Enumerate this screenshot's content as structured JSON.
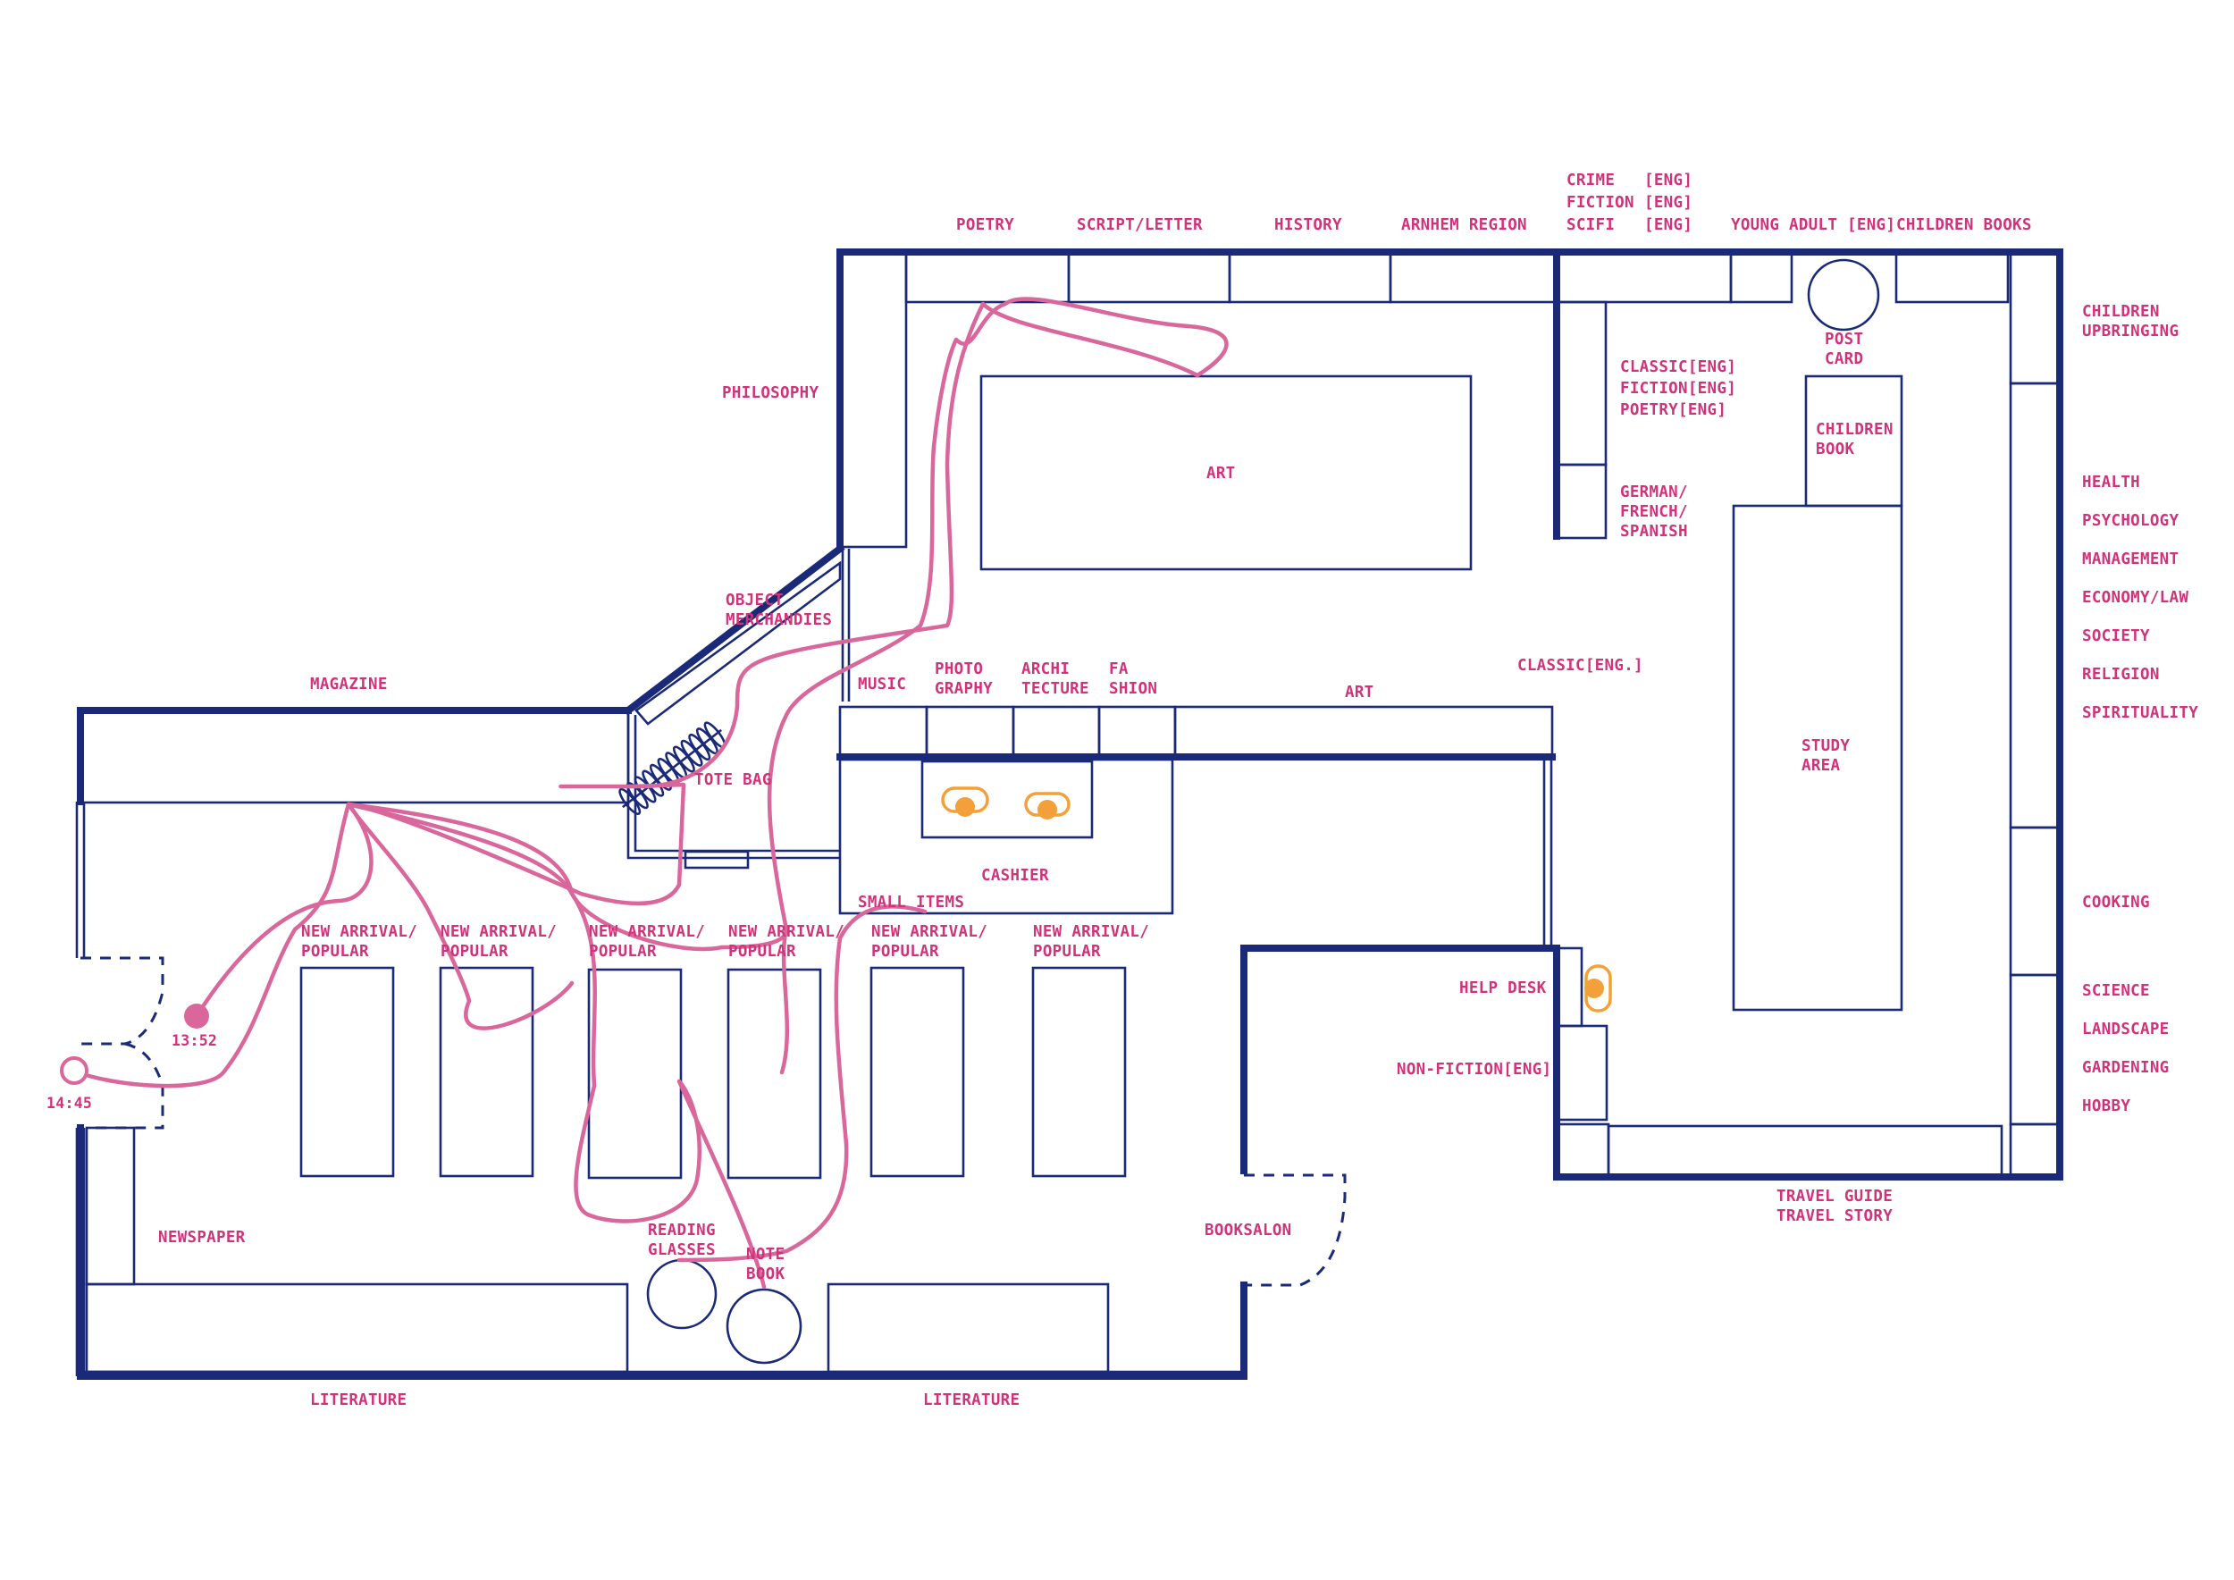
{
  "colors": {
    "wall": "#1b2a78",
    "label": "#d0337a",
    "route": "#d9679c",
    "staff": "#f4a03a",
    "background": "#ffffff"
  },
  "labels": {
    "poetry": "POETRY",
    "script_letter": "SCRIPT/LETTER",
    "history": "HISTORY",
    "arnhem_region": "ARNHEM REGION",
    "crime": "CRIME",
    "crime_eng": "[ENG]",
    "fiction": "FICTION",
    "fiction_eng": "[ENG]",
    "scifi": "SCIFI",
    "scifi_eng": "[ENG]",
    "young_adult": "YOUNG ADULT [ENG]",
    "children_books": "CHILDREN BOOKS",
    "children_upbringing": [
      "CHILDREN",
      "UPBRINGING"
    ],
    "post_card": [
      "POST",
      "CARD"
    ],
    "classic_fiction_poetry": [
      "CLASSIC[ENG]",
      "FICTION[ENG]",
      "POETRY[ENG]"
    ],
    "german_french_spanish": [
      "GERMAN/",
      "FRENCH/",
      "SPANISH"
    ],
    "children_book": [
      "CHILDREN",
      "BOOK"
    ],
    "philosophy": "PHILOSOPHY",
    "art_table": "ART",
    "health": "HEALTH",
    "psychology": "PSYCHOLOGY",
    "management": "MANAGEMENT",
    "economy_law": "ECONOMY/LAW",
    "society": "SOCIETY",
    "religion": "RELIGION",
    "spirituality": "SPIRITUALITY",
    "object_merchandies": [
      "OBJECT",
      "MERCHANDIES"
    ],
    "classic_eng": "CLASSIC[ENG.]",
    "magazine": "MAGAZINE",
    "music": "MUSIC",
    "photography": [
      "PHOTO",
      "GRAPHY"
    ],
    "architecture": [
      "ARCHI",
      "TECTURE"
    ],
    "fashion": [
      "FA",
      "SHION"
    ],
    "art_shelf": "ART",
    "study_area": [
      "STUDY",
      "AREA"
    ],
    "tote_bag": "TOTE BAG",
    "cashier": "CASHIER",
    "small_items": "SMALL ITEMS",
    "new_arrival": [
      "NEW ARRIVAL/",
      "POPULAR"
    ],
    "cooking": "COOKING",
    "help_desk": "HELP DESK",
    "science": "SCIENCE",
    "landscape": "LANDSCAPE",
    "gardening": "GARDENING",
    "hobby": "HOBBY",
    "time_start": "13:52",
    "time_end": "14:45",
    "non_fiction": "NON-FICTION[ENG]",
    "travel": [
      "TRAVEL GUIDE",
      "TRAVEL STORY"
    ],
    "newspaper": "NEWSPAPER",
    "booksalon": "BOOKSALON",
    "reading_glasses": [
      "READING",
      "GLASSES"
    ],
    "note_book": [
      "NOTE",
      "BOOK"
    ],
    "literature_left": "LITERATURE",
    "literature_right": "LITERATURE"
  }
}
